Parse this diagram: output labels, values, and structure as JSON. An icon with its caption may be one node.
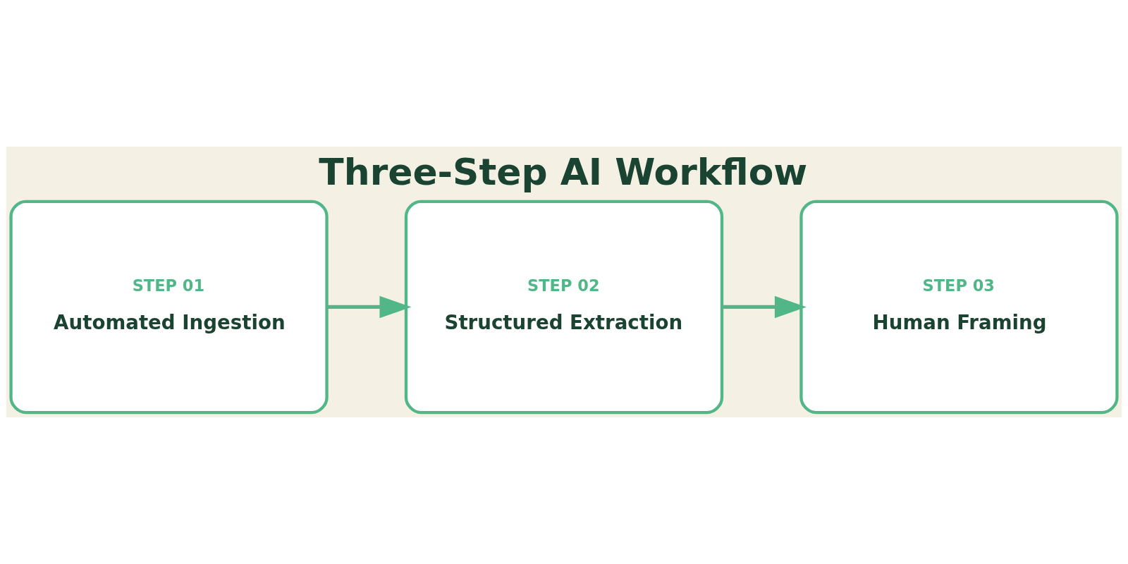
{
  "diagram": {
    "title": "Three-Step AI Workflow",
    "nodes": [
      {
        "text": [
          "STEP 01",
          "Automated Ingestion"
        ]
      },
      {
        "text": [
          "STEP 02",
          "Structured Extraction"
        ]
      },
      {
        "text": [
          "STEP 03",
          "Human Framing"
        ]
      }
    ],
    "edges": [
      {
        "from": 0,
        "to": 1,
        "arrow": "to"
      },
      {
        "from": 1,
        "to": 2,
        "arrow": "to"
      }
    ]
  }
}
